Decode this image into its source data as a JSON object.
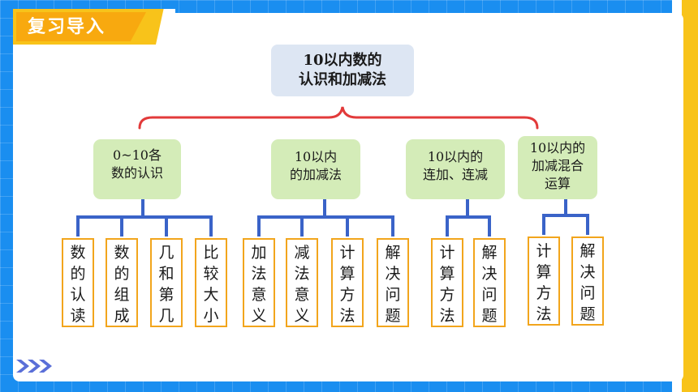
{
  "header": {
    "title": "复习导入"
  },
  "diagram": {
    "root": {
      "line1": "10以内数的",
      "line2": "认识和加减法"
    },
    "categories": [
      {
        "line1": "0~10各",
        "line2": "数的认识",
        "leaves": [
          "数的认读",
          "数的组成",
          "几和第几",
          "比较大小"
        ]
      },
      {
        "line1": "10以内",
        "line2": "的加减法",
        "leaves": [
          "加法意义",
          "减法意义",
          "计算方法",
          "解决问题"
        ]
      },
      {
        "line1": "10以内的",
        "line2": "连加、连减",
        "leaves": [
          "计算方法",
          "解决问题"
        ]
      },
      {
        "line1": "10以内的",
        "line2": "加减混合",
        "line3": "运算",
        "leaves": [
          "计算方法",
          "解决问题"
        ]
      }
    ]
  },
  "colors": {
    "background": "#1a8ef0",
    "accent_yellow": "#f8c31a",
    "header_orange": "#f8a90f",
    "brace_red": "#e23a3a",
    "connector_blue": "#3a63c8",
    "category_green": "#d4ecb8",
    "root_blue_gray": "#dde6f3",
    "leaf_border": "#f2a51c",
    "chevron": "#5a6fd8"
  }
}
